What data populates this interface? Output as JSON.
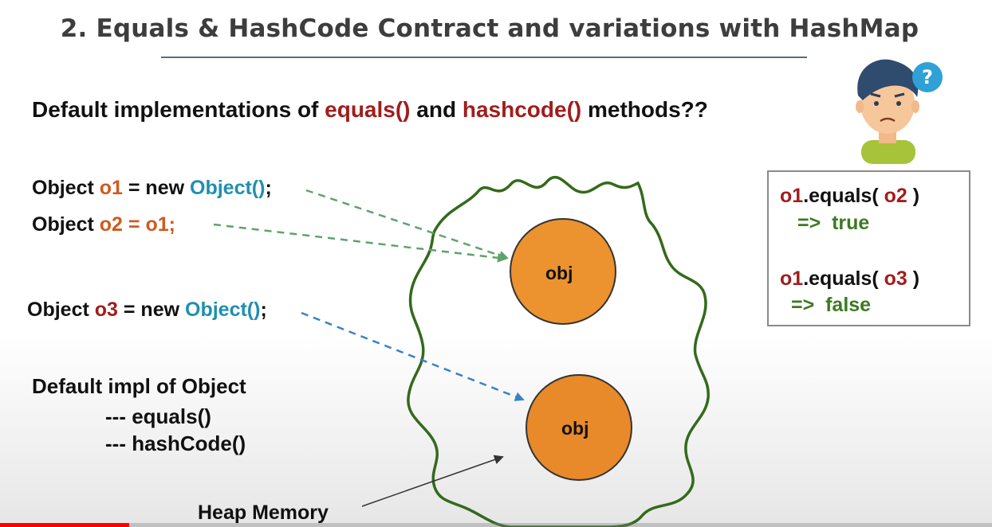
{
  "slide": {
    "title": "2. Equals & HashCode Contract and variations with HashMap",
    "question": {
      "part1": "Default implementations of ",
      "equals": "equals()",
      "and": " and ",
      "hashcode": "hashcode()",
      "part2": " methods??"
    },
    "code_lines": [
      {
        "a": "Object ",
        "var": "o1",
        "b": " = new ",
        "c": "Object()",
        "d": ";"
      },
      {
        "a": "Object ",
        "var": "o2",
        "b": " = ",
        "c": "o1",
        "d": ";"
      },
      {
        "a": "Object ",
        "var": "o3",
        "b": " = new ",
        "c": "Object()",
        "d": ";"
      }
    ],
    "default_impl": {
      "heading": "Default impl of Object",
      "item1": "--- equals()",
      "item2": "--- hashCode()"
    },
    "heap_label": "Heap Memory",
    "objects": [
      {
        "label": "obj"
      },
      {
        "label": "obj"
      }
    ],
    "results": [
      {
        "lhs": "o1",
        "call": ".equals( ",
        "rhs": "o2",
        "close": " )",
        "arrow": "=>  ",
        "value": "true"
      },
      {
        "lhs": "o1",
        "call": ".equals( ",
        "rhs": "o3",
        "close": " )",
        "arrow": "=>  ",
        "value": "false"
      }
    ],
    "thinking_bubble": "?"
  },
  "video": {
    "progress": 0.13
  },
  "colors": {
    "method_red": "#a11d1d",
    "var_orange": "#d05a1e",
    "class_teal": "#1f8fb0",
    "heap_green": "#336a1c",
    "object_fill": "#ec922f",
    "arrow_green": "#5fa36a",
    "arrow_blue": "#3a82c4",
    "progress_red": "#ff0000"
  }
}
